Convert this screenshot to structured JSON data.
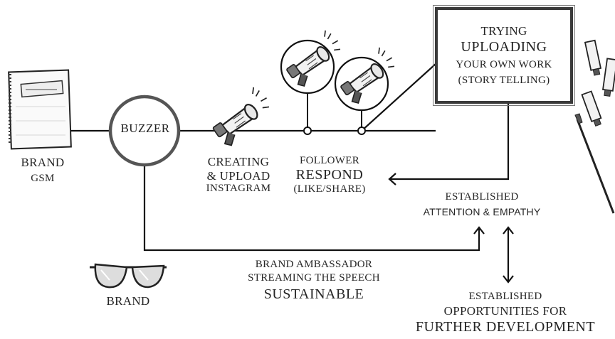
{
  "nodes": {
    "buzzer": "BUZZER",
    "brand_gsm": [
      "BRAND",
      "GSM"
    ],
    "creating": [
      "CREATING",
      "& UPLOAD",
      "INSTAGRAM"
    ],
    "follower": [
      "FOLLOWER",
      "RESPOND",
      "(LIKE/SHARE)"
    ],
    "trying_box": [
      "TRYING",
      "UPLOADING",
      "YOUR OWN WORK",
      "(STORY TELLING)"
    ],
    "established_attention": [
      "ESTABLISHED",
      "ATTENTION & EMPATHY"
    ],
    "brand_ambassador": [
      "BRAND AMBASSADOR",
      "STREAMING THE SPEECH",
      "SUSTAINABLE"
    ],
    "brand_glasses": "BRAND",
    "established_opportunities": [
      "ESTABLISHED",
      "OPPORTUNITIES FOR",
      "FURTHER DEVELOPMENT"
    ]
  },
  "icons": [
    "notebook-icon",
    "megaphone-icon",
    "glasses-icon",
    "paint-tube-icon",
    "paintbrush-icon"
  ]
}
